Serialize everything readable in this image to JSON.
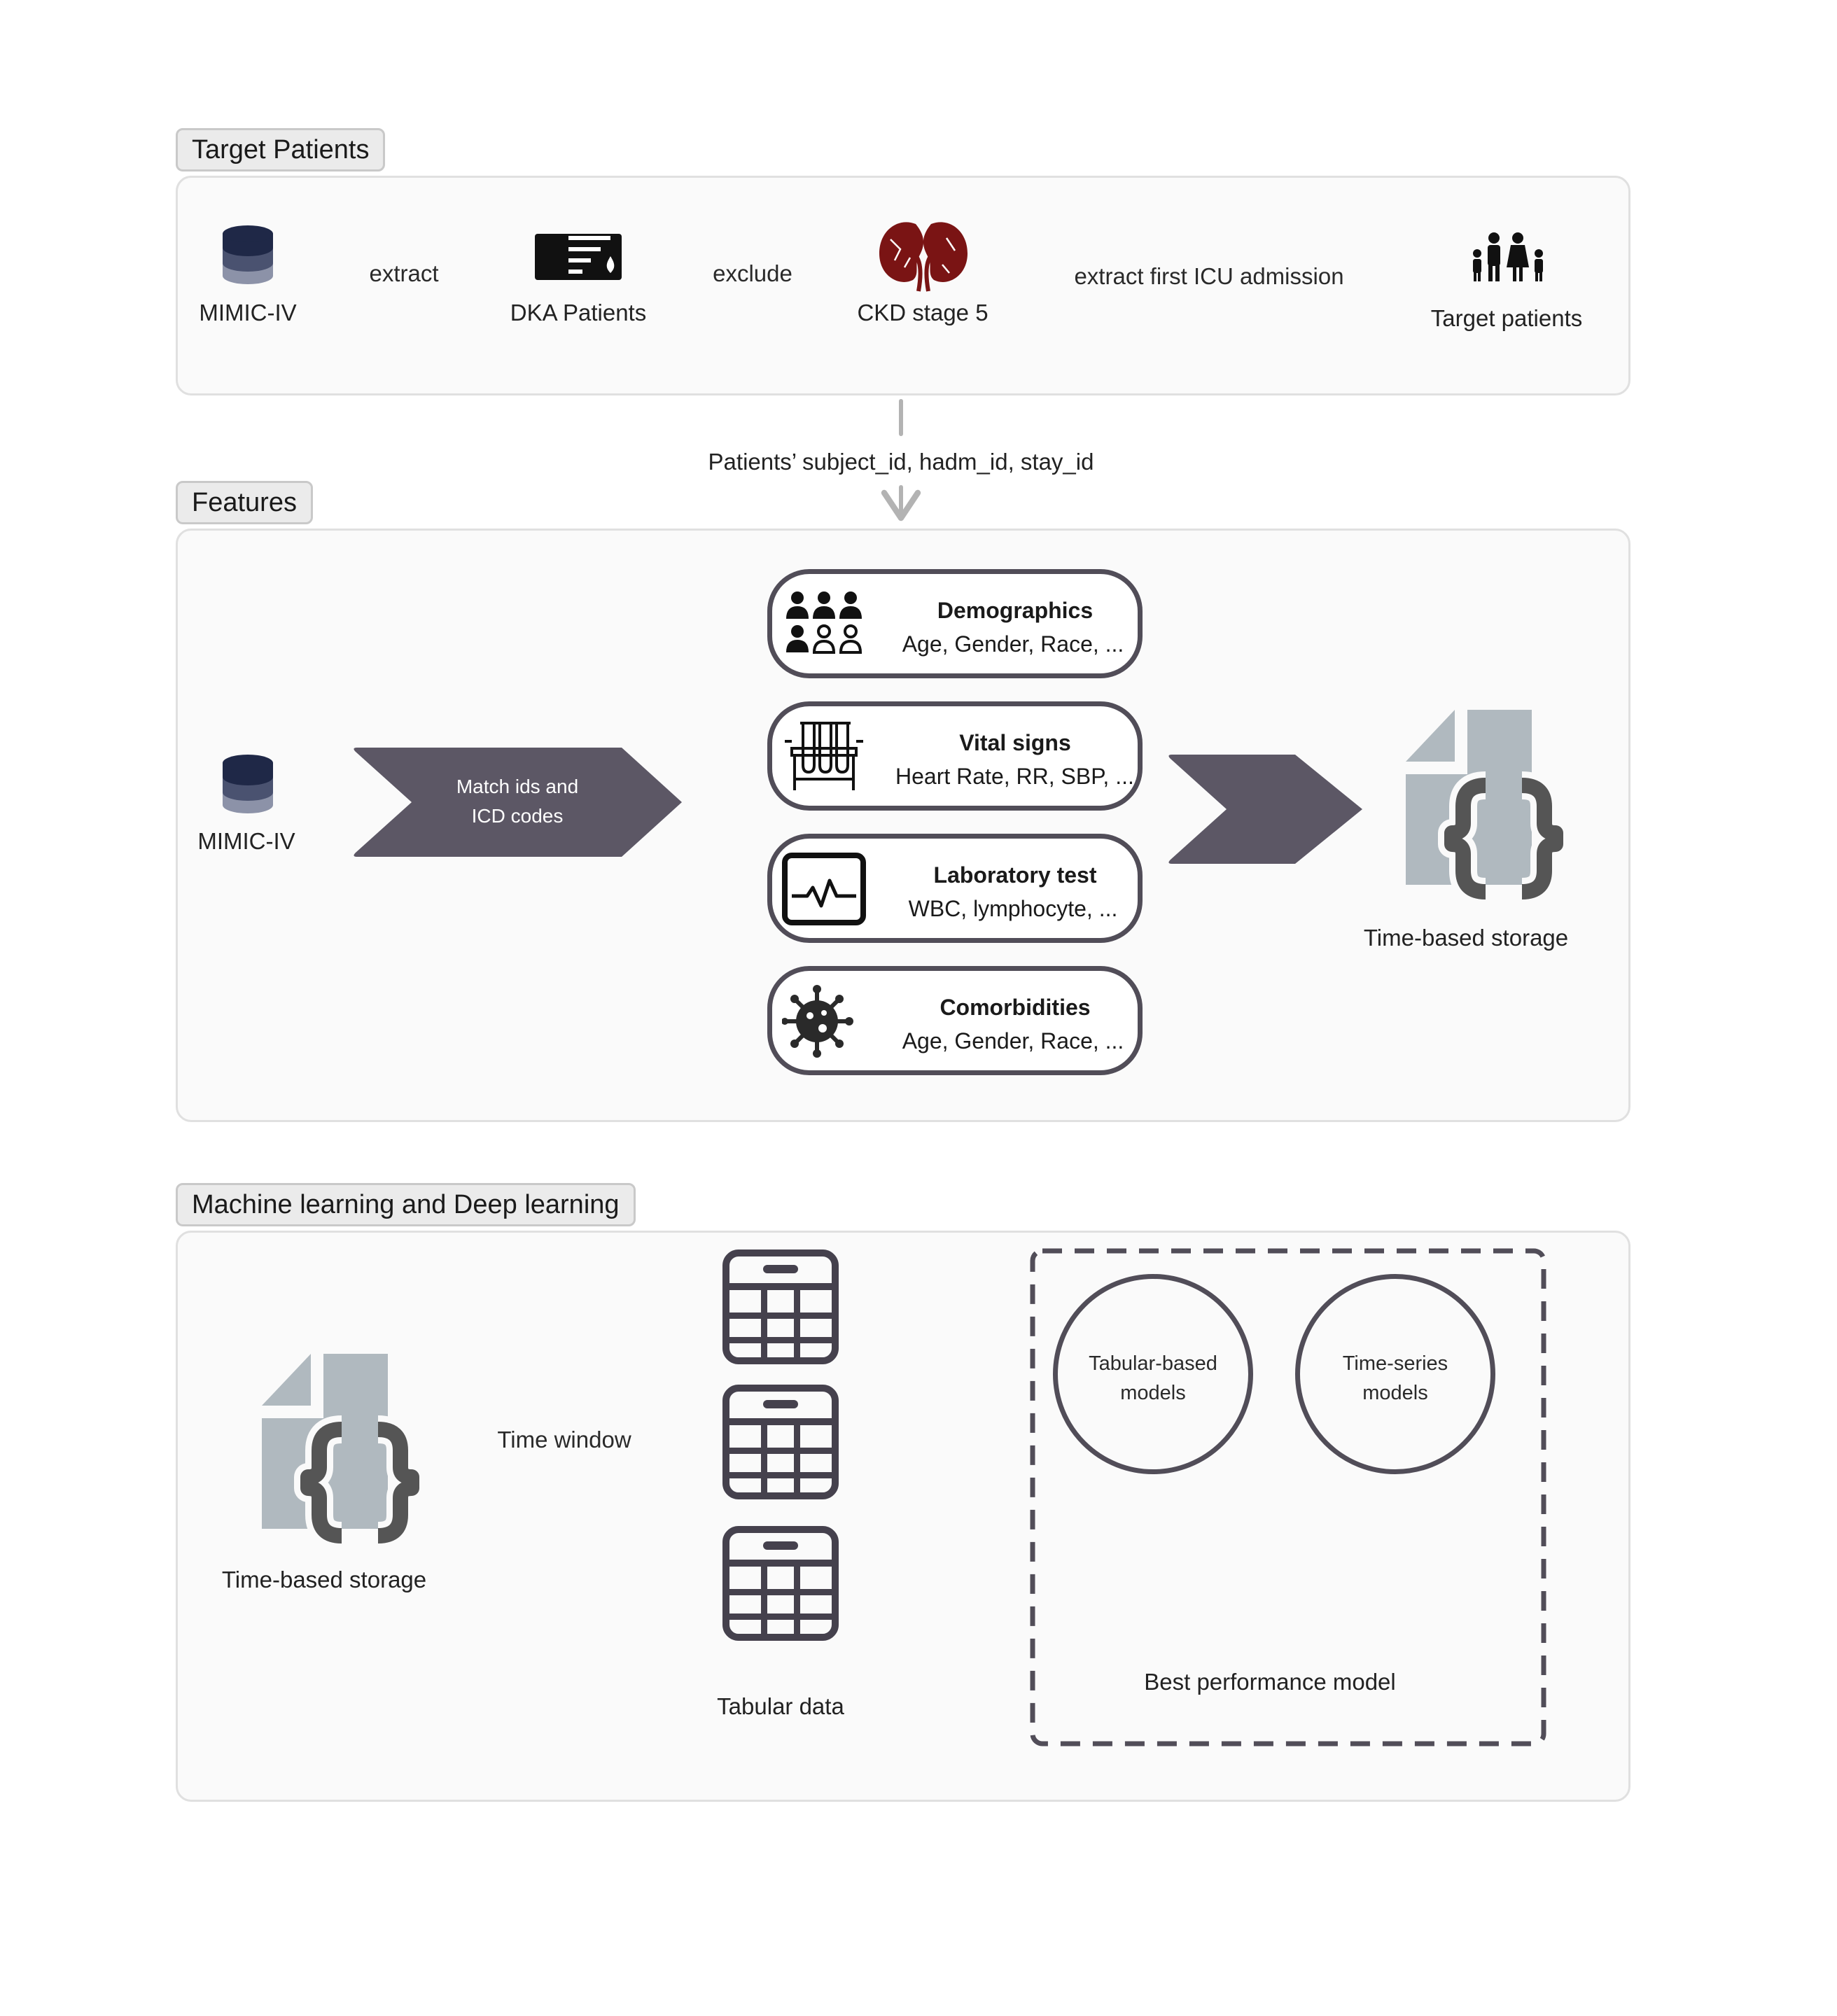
{
  "sections": {
    "target": {
      "title": "Target Patients"
    },
    "features": {
      "title": "Features"
    },
    "ml": {
      "title": "Machine learning and Deep learning"
    }
  },
  "target": {
    "source": "MIMIC-IV",
    "step1": "extract",
    "dka": "DKA Patients",
    "step2": "exclude",
    "ckd": "CKD stage 5",
    "step3": "extract first ICU admission",
    "result": "Target patients"
  },
  "link_label": "Patients’ subject_id, hadm_id, stay_id",
  "features": {
    "source": "MIMIC-IV",
    "match_line1": "Match ids and",
    "match_line2": "ICD codes",
    "cards": [
      {
        "title": "Demographics",
        "sub": "Age, Gender, Race, ...",
        "icon": "people-icon"
      },
      {
        "title": "Vital signs",
        "sub": "Heart Rate, RR, SBP, ...",
        "icon": "test-tubes-icon"
      },
      {
        "title": "Laboratory test",
        "sub": "WBC, lymphocyte, ...",
        "icon": "monitor-icon"
      },
      {
        "title": "Comorbidities",
        "sub": "Age, Gender, Race, ...",
        "icon": "virus-icon"
      }
    ],
    "storage": "Time-based storage"
  },
  "ml": {
    "storage": "Time-based storage",
    "window": "Time window",
    "tabular": "Tabular data",
    "model1_line1": "Tabular-based",
    "model1_line2": "models",
    "model2_line1": "Time-series",
    "model2_line2": "models",
    "best": "Best performance model"
  },
  "colors": {
    "dark": "#514d58",
    "arrow": "#b3b3b3",
    "doc": "#b0b9bf",
    "kidney": "#7a1414",
    "db_top": "#1f2847",
    "db_mid": "#4a5270",
    "db_bot": "#8c92a8"
  }
}
